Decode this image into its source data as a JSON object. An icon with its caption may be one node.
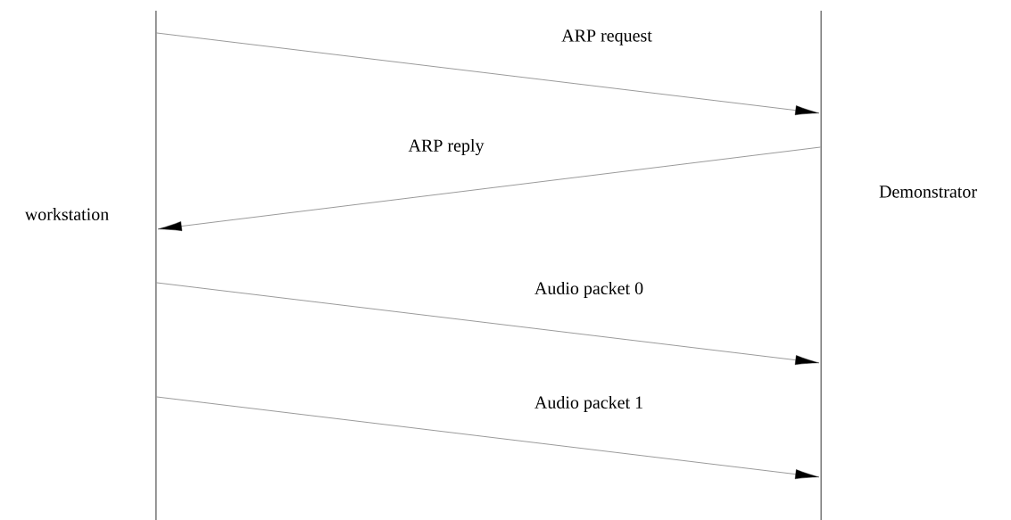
{
  "diagram": {
    "nodes": [
      {
        "text": [],
        "shape": "bar",
        "beside": [
          "workstation"
        ]
      },
      {
        "text": [],
        "shape": "bar",
        "beside": [
          "Demonstrator"
        ]
      }
    ],
    "edges": [
      {
        "from": 0,
        "to": 1,
        "arrow": "to",
        "label": "ARP request"
      },
      {
        "from": 1,
        "to": 0,
        "arrow": "to",
        "label": "ARP reply"
      },
      {
        "from": 0,
        "to": 1,
        "arrow": "to",
        "label": "Audio packet 0"
      },
      {
        "from": 0,
        "to": 1,
        "arrow": "to",
        "label": "Audio packet 1"
      }
    ]
  }
}
